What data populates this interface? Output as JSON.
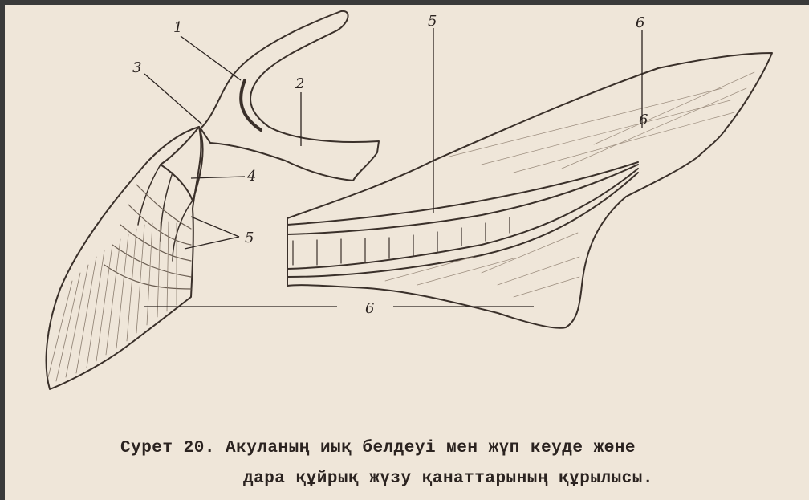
{
  "figure": {
    "labels": {
      "l1": "1",
      "l2": "2",
      "l3": "3",
      "l4": "4",
      "l5a": "5",
      "l5b": "5",
      "l6a": "6",
      "l6b": "6",
      "l6c": "6"
    }
  },
  "caption": {
    "line1": "Сурет 20. Акуланың иық белдеуі мен жүп кеуде жөне",
    "line2": "дара құйрық жүзу қанаттарының құрылысы."
  }
}
